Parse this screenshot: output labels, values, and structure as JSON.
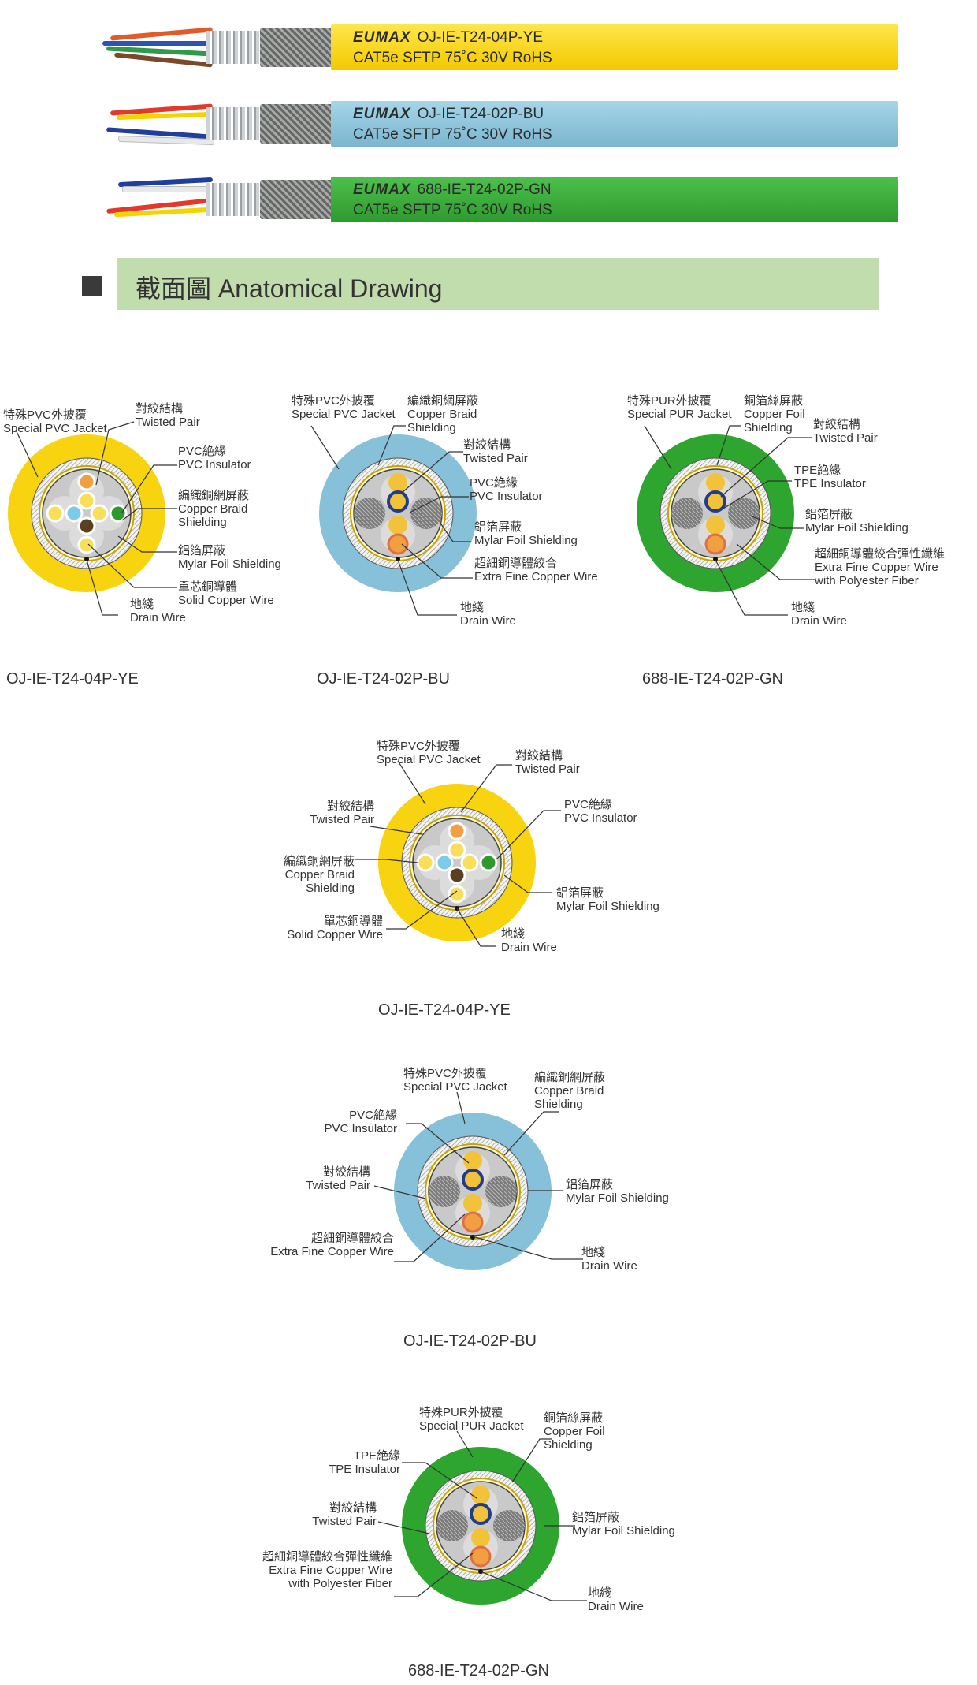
{
  "cables": [
    {
      "brand": "EUMAX",
      "model": "OJ-IE-T24-04P-YE",
      "spec": "CAT5e SFTP 75˚C 30V RoHS",
      "color": "#f7d40f"
    },
    {
      "brand": "EUMAX",
      "model": "OJ-IE-T24-02P-BU",
      "spec": "CAT5e SFTP 75˚C 30V RoHS",
      "color": "#86c1d9"
    },
    {
      "brand": "EUMAX",
      "model": "688-IE-T24-02P-GN",
      "spec": "CAT5e SFTP 75˚C 30V RoHS",
      "color": "#3aa73a"
    }
  ],
  "section": {
    "title": "截面圖  Anatomical Drawing"
  },
  "row": {
    "d1": {
      "model": "OJ-IE-T24-04P-YE",
      "labels": {
        "jacket": [
          "特殊PVC外披覆",
          "Special PVC Jacket"
        ],
        "pair": [
          "對絞結構",
          "Twisted Pair"
        ],
        "insul": [
          "PVC絶緣",
          "PVC Insulator"
        ],
        "braid": [
          "編織銅網屏蔽",
          "Copper Braid",
          "Shielding"
        ],
        "foil": [
          "鋁箔屏蔽",
          "Mylar Foil Shielding"
        ],
        "solid": [
          "單芯銅導體",
          "Solid Copper Wire"
        ],
        "drain": [
          "地綫",
          "Drain Wire"
        ]
      }
    },
    "d2": {
      "model": "OJ-IE-T24-02P-BU",
      "labels": {
        "jacket": [
          "特殊PVC外披覆",
          "Special PVC Jacket"
        ],
        "braid": [
          "編織銅網屏蔽",
          "Copper Braid",
          "Shielding"
        ],
        "pair": [
          "對絞結構",
          "Twisted Pair"
        ],
        "insul": [
          "PVC絶緣",
          "PVC Insulator"
        ],
        "foil": [
          "鋁箔屏蔽",
          "Mylar Foil Shielding"
        ],
        "fine": [
          "超細銅導體絞合",
          "Extra Fine Copper Wire"
        ],
        "drain": [
          "地綫",
          "Drain Wire"
        ]
      }
    },
    "d3": {
      "model": "688-IE-T24-02P-GN",
      "labels": {
        "jacket": [
          "特殊PUR外披覆",
          "Special PUR Jacket"
        ],
        "foilcu": [
          "銅箔絲屏蔽",
          "Copper Foil",
          "Shielding"
        ],
        "pair": [
          "對絞結構",
          "Twisted Pair"
        ],
        "insul": [
          "TPE絶緣",
          "TPE Insulator"
        ],
        "foil": [
          "鋁箔屏蔽",
          "Mylar Foil Shielding"
        ],
        "fine": [
          "超細銅導體絞合彈性纖維",
          "Extra Fine Copper Wire",
          "with Polyester Fiber"
        ],
        "drain": [
          "地綫",
          "Drain Wire"
        ]
      }
    }
  },
  "big1": {
    "model": "OJ-IE-T24-04P-YE",
    "labels": {
      "jacket": [
        "特殊PVC外披覆",
        "Special PVC Jacket"
      ],
      "pairR": [
        "對絞結構",
        "Twisted Pair"
      ],
      "pairL": [
        "對絞結構",
        "Twisted Pair"
      ],
      "insul": [
        "PVC絶緣",
        "PVC Insulator"
      ],
      "braid": [
        "編織銅網屏蔽",
        "Copper Braid",
        "Shielding"
      ],
      "foil": [
        "鋁箔屏蔽",
        "Mylar Foil Shielding"
      ],
      "solid": [
        "單芯銅導體",
        "Solid Copper Wire"
      ],
      "drain": [
        "地綫",
        "Drain Wire"
      ]
    }
  },
  "big2": {
    "model": "OJ-IE-T24-02P-BU",
    "labels": {
      "jacket": [
        "特殊PVC外披覆",
        "Special PVC Jacket"
      ],
      "braid": [
        "編織銅網屏蔽",
        "Copper Braid",
        "Shielding"
      ],
      "insul": [
        "PVC絶緣",
        "PVC Insulator"
      ],
      "pair": [
        "對絞結構",
        "Twisted Pair"
      ],
      "foil": [
        "鋁箔屏蔽",
        "Mylar Foil Shielding"
      ],
      "fine": [
        "超細銅導體絞合",
        "Extra Fine Copper Wire"
      ],
      "drain": [
        "地綫",
        "Drain Wire"
      ]
    }
  },
  "big3": {
    "model": "688-IE-T24-02P-GN",
    "labels": {
      "jacket": [
        "特殊PUR外披覆",
        "Special PUR Jacket"
      ],
      "foilcu": [
        "銅箔絲屏蔽",
        "Copper Foil",
        "Shielding"
      ],
      "insul": [
        "TPE絶緣",
        "TPE Insulator"
      ],
      "pair": [
        "對絞結構",
        "Twisted Pair"
      ],
      "foil": [
        "鋁箔屏蔽",
        "Mylar Foil Shielding"
      ],
      "fine": [
        "超細銅導體絞合彈性纖維",
        "Extra Fine Copper Wire",
        "with Polyester Fiber"
      ],
      "drain": [
        "地綫",
        "Drain Wire"
      ]
    }
  }
}
